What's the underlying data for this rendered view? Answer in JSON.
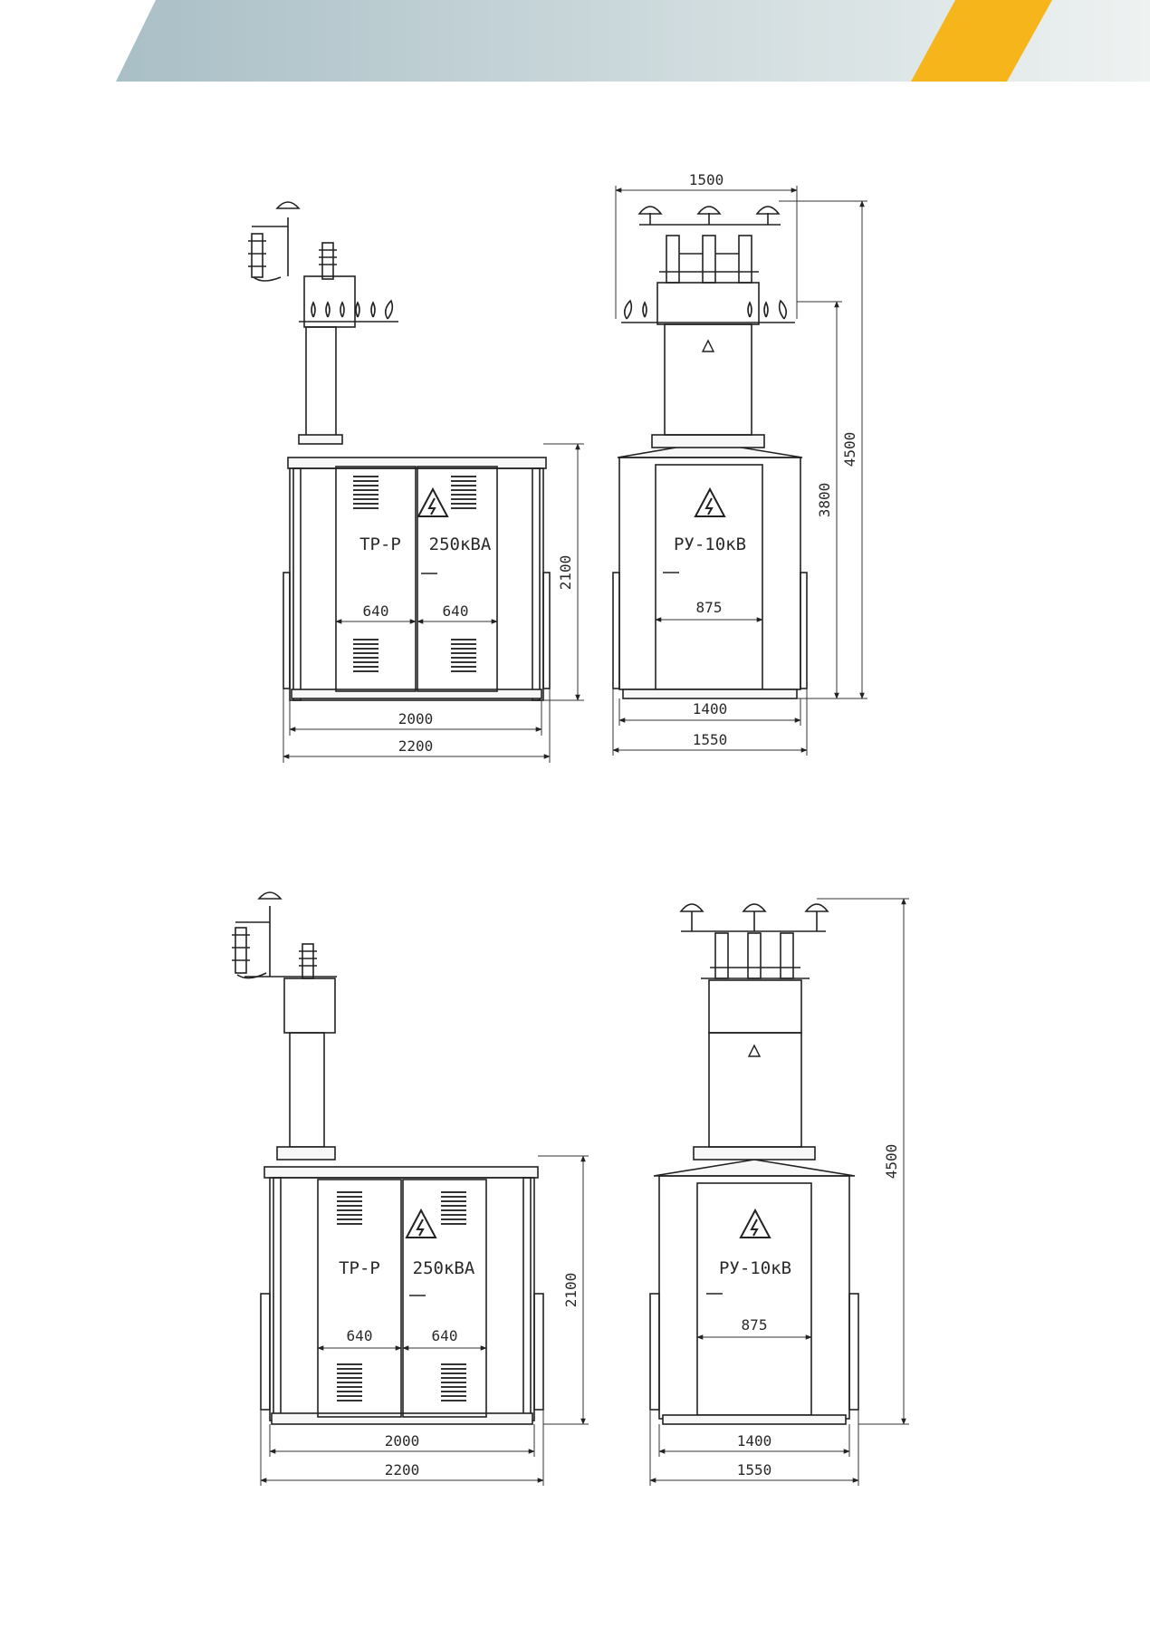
{
  "colors": {
    "banner_gradient_start": "#a9bfc6",
    "banner_gradient_end": "#eef2f1",
    "accent_yellow": "#f7b51c",
    "line": "#222222"
  },
  "drawing_top": {
    "left_view": {
      "label_left": "ТР-Р",
      "label_right": "250кВА",
      "door_width_left": "640",
      "door_width_right": "640",
      "height": "2100",
      "inner_width": "2000",
      "outer_width": "2200",
      "icon": "high-voltage-warning-icon"
    },
    "right_view": {
      "label": "РУ-10кВ",
      "door_width": "875",
      "top_width": "1500",
      "height_total": "4500",
      "height_to_terminals": "3800",
      "inner_width": "1400",
      "outer_width": "1550",
      "icon": "high-voltage-warning-icon"
    }
  },
  "drawing_bottom": {
    "left_view": {
      "label_left": "ТР-Р",
      "label_right": "250кВА",
      "door_width_left": "640",
      "door_width_right": "640",
      "height": "2100",
      "inner_width": "2000",
      "outer_width": "2200",
      "icon": "high-voltage-warning-icon"
    },
    "right_view": {
      "label": "РУ-10кВ",
      "door_width": "875",
      "height_total": "4500",
      "inner_width": "1400",
      "outer_width": "1550",
      "icon": "high-voltage-warning-icon"
    }
  }
}
